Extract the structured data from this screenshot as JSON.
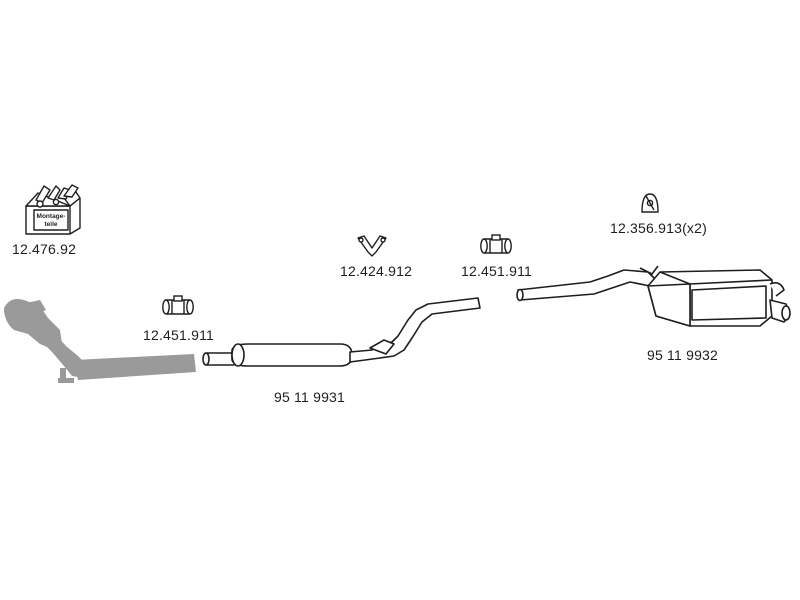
{
  "colors": {
    "line": "#1e1e1e",
    "gray_part": "#9a9a9a",
    "background": "#ffffff"
  },
  "kit": {
    "label": "12.476.92",
    "box_text_line1": "Montage-",
    "box_text_line2": "teile",
    "icon": "assembly-kit-box-icon"
  },
  "front_pipe": {
    "icon": "front-exhaust-pipe-icon"
  },
  "clamp_left": {
    "label": "12.451.911",
    "icon": "pipe-clamp-icon"
  },
  "front_silencer": {
    "label": "95 11 9931",
    "icon": "front-silencer-icon"
  },
  "flange": {
    "label": "12.424.912",
    "icon": "y-flange-icon"
  },
  "clamp_right": {
    "label": "12.451.911",
    "icon": "pipe-clamp-icon"
  },
  "hanger": {
    "label": "12.356.913(x2)",
    "icon": "rubber-hanger-icon"
  },
  "rear_silencer": {
    "label": "95 11 9932",
    "icon": "rear-silencer-icon"
  }
}
